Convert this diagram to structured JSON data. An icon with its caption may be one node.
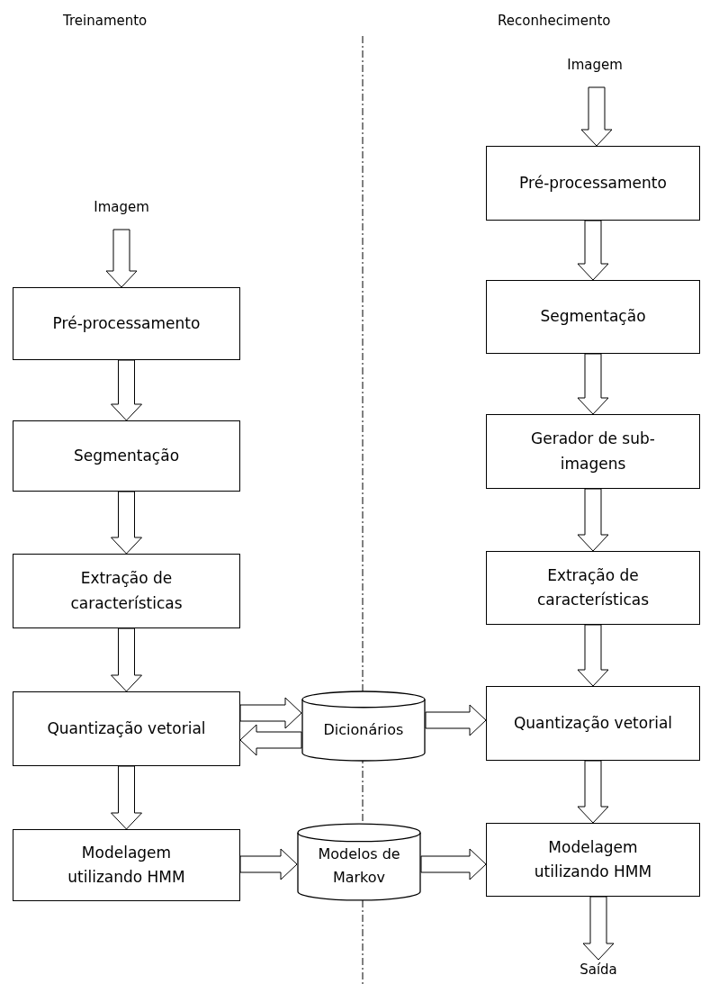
{
  "diagram": {
    "nodes": [
      {
        "text": [
          "Imagem"
        ]
      },
      {
        "text": [
          "Pré-processamento"
        ]
      },
      {
        "text": [
          "Segmentação"
        ]
      },
      {
        "text": [
          "Extração de características"
        ]
      },
      {
        "text": [
          "Quantização vetorial"
        ]
      },
      {
        "text": [
          "Modelagem utilizando HMM"
        ]
      },
      {
        "text": [
          "Dicionários"
        ]
      },
      {
        "text": [
          "Modelos de Markov"
        ]
      },
      {
        "text": [
          "Imagem"
        ]
      },
      {
        "text": [
          "Pré-processamento"
        ]
      },
      {
        "text": [
          "Segmentação"
        ]
      },
      {
        "text": [
          "Gerador de sub-imagens"
        ]
      },
      {
        "text": [
          "Extração de características"
        ]
      },
      {
        "text": [
          "Quantização vetorial"
        ]
      },
      {
        "text": [
          "Modelagem utilizando HMM"
        ]
      },
      {
        "text": [
          "Saída"
        ]
      }
    ],
    "edges": [
      {
        "from": 0,
        "to": 1,
        "arrow": "to"
      },
      {
        "from": 1,
        "to": 2,
        "arrow": "to"
      },
      {
        "from": 2,
        "to": 3,
        "arrow": "to"
      },
      {
        "from": 3,
        "to": 4,
        "arrow": "to"
      },
      {
        "from": 4,
        "to": 6,
        "arrow": "to"
      },
      {
        "from": 6,
        "to": 4,
        "arrow": "to"
      },
      {
        "from": 4,
        "to": 5,
        "arrow": "to"
      },
      {
        "from": 5,
        "to": 7,
        "arrow": "to"
      },
      {
        "from": 6,
        "to": 13,
        "arrow": "to"
      },
      {
        "from": 7,
        "to": 14,
        "arrow": "to"
      },
      {
        "from": 8,
        "to": 9,
        "arrow": "to"
      },
      {
        "from": 9,
        "to": 10,
        "arrow": "to"
      },
      {
        "from": 10,
        "to": 11,
        "arrow": "to"
      },
      {
        "from": 11,
        "to": 12,
        "arrow": "to"
      },
      {
        "from": 12,
        "to": 13,
        "arrow": "to"
      },
      {
        "from": 13,
        "to": 14,
        "arrow": "to"
      },
      {
        "from": 14,
        "to": 15,
        "arrow": "to"
      }
    ],
    "labels": [
      "Treinamento",
      "Reconhecimento"
    ]
  }
}
